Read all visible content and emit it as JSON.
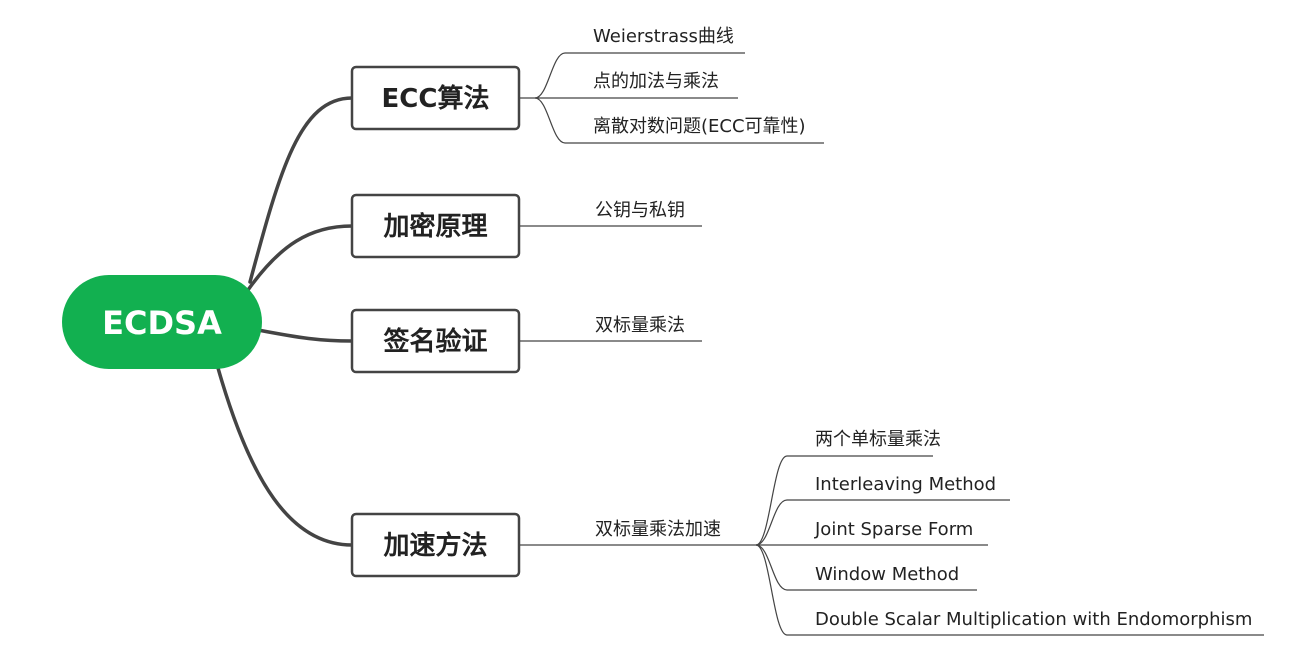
{
  "colors": {
    "root_fill": "#12B050",
    "root_text": "#ffffff",
    "main_line": "#444444",
    "thin_line": "#444444",
    "box_border": "#444444",
    "text": "#222222"
  },
  "root": {
    "label": "ECDSA"
  },
  "branches": [
    {
      "label": "ECC算法",
      "children": [
        {
          "label": "Weierstrass曲线"
        },
        {
          "label": "点的加法与乘法"
        },
        {
          "label": "离散对数问题(ECC可靠性)"
        }
      ]
    },
    {
      "label": "加密原理",
      "children": [
        {
          "label": "公钥与私钥"
        }
      ]
    },
    {
      "label": "签名验证",
      "children": [
        {
          "label": "双标量乘法"
        }
      ]
    },
    {
      "label": "加速方法",
      "children": [
        {
          "label": "双标量乘法加速",
          "children": [
            {
              "label": "两个单标量乘法"
            },
            {
              "label": "Interleaving Method"
            },
            {
              "label": "Joint Sparse Form"
            },
            {
              "label": "Window Method"
            },
            {
              "label": "Double Scalar Multiplication with Endomorphism"
            }
          ]
        }
      ]
    }
  ]
}
